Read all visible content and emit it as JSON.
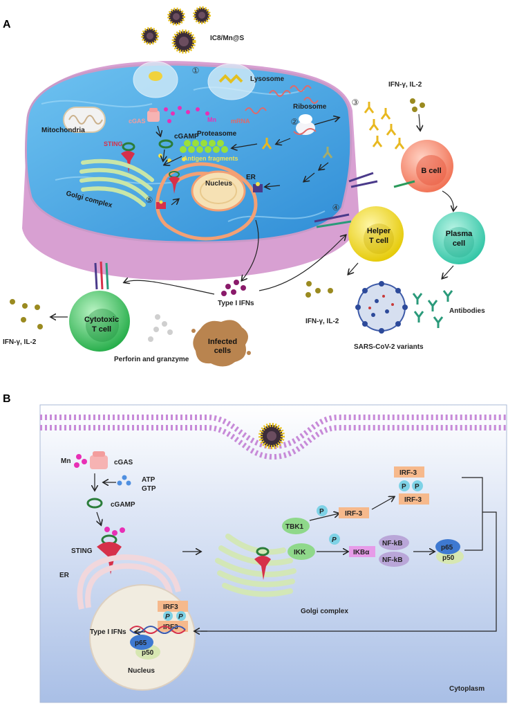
{
  "panel_a": {
    "letter": "A",
    "nanoparticle_label": "IC8/Mn@S",
    "lysosome_label": "Lysosome",
    "ribosome_label": "Ribosome",
    "mitochondria_label": "Mitochondria",
    "cgas_label": "cGAS",
    "mn_label": "Mn",
    "mrna_label": "mRNA",
    "cgamp_label": "cGAMP",
    "sting_label": "STING",
    "proteasome_label": "Proteasome",
    "antigen_label": "Antigen fragments",
    "golgi_label": "Golgi complex",
    "nucleus_label": "Nucleus",
    "er_label": "ER",
    "step1": "①",
    "step2": "②",
    "step3": "③",
    "step4": "④",
    "step5": "⑤",
    "ifn_top_label": "IFN-γ, IL-2",
    "b_cell_label": "B cell",
    "helper_line1": "Helper",
    "helper_line2": "T cell",
    "plasma_line1": "Plasma",
    "plasma_line2": "cell",
    "type1_ifn_label": "Type I IFNs",
    "ifn_mid_label": "IFN-γ, IL-2",
    "antibodies_label": "Antibodies",
    "sars_label": "SARS-CoV-2 variants",
    "cytotoxic_line1": "Cytotoxic",
    "cytotoxic_line2": "T cell",
    "ifn_left_label": "IFN-γ, IL-2",
    "perforin_label": "Perforin and granzyme",
    "infected_line1": "Infected",
    "infected_line2": "cells"
  },
  "panel_b": {
    "letter": "B",
    "mn_label": "Mn",
    "cgas_label": "cGAS",
    "atp_label": "ATP",
    "gtp_label": "GTP",
    "cgamp_label": "cGAMP",
    "sting_label": "STING",
    "er_label": "ER",
    "tbk1_label": "TBK1",
    "p_label": "P",
    "irf3_label": "IRF-3",
    "ikk_label": "IKK",
    "ikba_label": "IKBα",
    "nfkb_label": "NF-kB",
    "p65_label": "p65",
    "p50_label": "p50",
    "golgi_label": "Golgi complex",
    "irf3_nuc_label": "IRF3",
    "type1_ifn_label": "Type I IFNs",
    "nucleus_label": "Nucleus",
    "cytoplasm_label": "Cytoplasm"
  },
  "colors": {
    "cell_pink": "#e6b3e0",
    "cytoplasm_blue": "#4aa3e0",
    "b_cell": "#f48a6e",
    "helper_t": "#f2dc2a",
    "plasma": "#4fd3b7",
    "cytotoxic": "#3cc661",
    "irf3_box": "#f6b98c",
    "tbk1": "#8fd88a",
    "ikba": "#e69be8",
    "nfkb": "#b9a6d8",
    "p65": "#3e79d1",
    "p50": "#d7e7b2",
    "phos": "#7ed2e6"
  }
}
